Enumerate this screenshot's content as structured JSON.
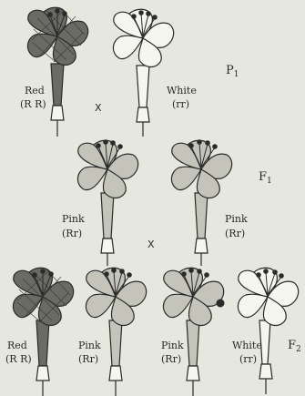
{
  "generations": {
    "p1": "P",
    "p1_sub": "1",
    "f1": "F",
    "f1_sub": "1",
    "f2": "F",
    "f2_sub": "2"
  },
  "cross_symbols": [
    "X",
    "X"
  ],
  "flowers": [
    {
      "id": "p1-red",
      "color": "Red",
      "genotype": "(R R)",
      "shade": "dark"
    },
    {
      "id": "p1-white",
      "color": "White",
      "genotype": "(rr)",
      "shade": "white"
    },
    {
      "id": "f1-pink-1",
      "color": "Pink",
      "genotype": "(Rr)",
      "shade": "pink"
    },
    {
      "id": "f1-pink-2",
      "color": "Pink",
      "genotype": "(Rr)",
      "shade": "pink"
    },
    {
      "id": "f2-red",
      "color": "Red",
      "genotype": "(R R)",
      "shade": "dark"
    },
    {
      "id": "f2-pink-1",
      "color": "Pink",
      "genotype": "(Rr)",
      "shade": "pink"
    },
    {
      "id": "f2-pink-2",
      "color": "Pink",
      "genotype": "(Rr)",
      "shade": "pink"
    },
    {
      "id": "f2-white",
      "color": "White",
      "genotype": "(rr)",
      "shade": "white"
    }
  ],
  "colors": {
    "background": "#e6e7df",
    "ink": "#2a2a2a",
    "dark_fill": "#6b6b66",
    "pink_fill": "#c4c4bb",
    "white_fill": "#f6f6f1"
  }
}
